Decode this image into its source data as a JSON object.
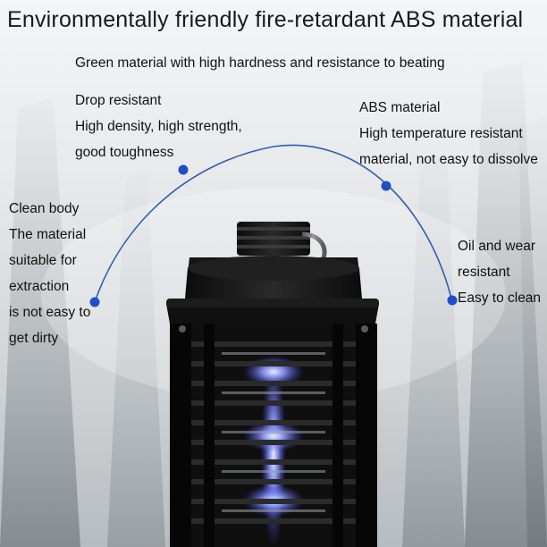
{
  "title": "Environmentally friendly fire-retardant ABS material",
  "subtitle": "Green material with high hardness and resistance to beating",
  "callouts": {
    "drop": [
      "Drop resistant",
      "High density, high strength,",
      "good toughness"
    ],
    "abs": [
      "ABS material",
      "High temperature resistant",
      "material, not easy to dissolve"
    ],
    "clean": [
      "Clean body",
      "The material",
      "suitable for",
      "extraction",
      "is not easy to",
      "get dirty"
    ],
    "oil": [
      "Oil and wear",
      "resistant",
      "Easy to clean"
    ]
  },
  "colors": {
    "arc": "#2f5fb0",
    "dot": "#1f4fc8",
    "uv_glow": "#7f8dff",
    "device": "#141414"
  },
  "icons": [
    "bug-zapper-lamp"
  ]
}
